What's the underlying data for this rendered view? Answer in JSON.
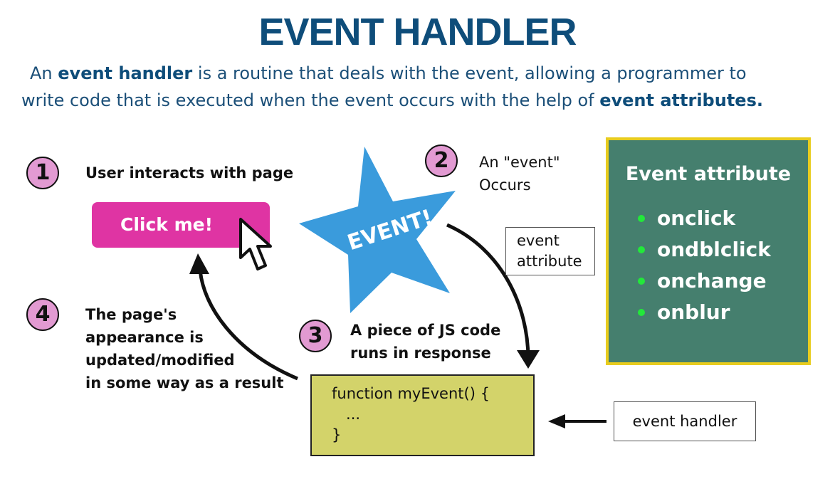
{
  "title": "EVENT HANDLER",
  "intro": {
    "l1_pre": "An ",
    "l1_bold": "event handler",
    "l1_post": " is a routine that deals with the event, allowing a programmer to",
    "l2_pre": "write code that is executed when the event occurs with the help of ",
    "l2_bold": "event attributes."
  },
  "steps": {
    "s1": {
      "num": "1",
      "text": "User interacts with page"
    },
    "s2": {
      "num": "2",
      "line1": "An \"event\"",
      "line2": "Occurs"
    },
    "s3": {
      "num": "3",
      "line1": "A piece of  JS code",
      "line2": "runs in response"
    },
    "s4": {
      "num": "4",
      "line1": "The page's",
      "line2": "appearance is",
      "line3": "updated/modified",
      "line4": "in some way as a result"
    }
  },
  "button_label": "Click me!",
  "star_label": "EVENT!",
  "event_attribute_box": {
    "line1": "event",
    "line2": "attribute"
  },
  "event_handler_box": "event handler",
  "code": {
    "line1": "function myEvent() {",
    "line2": "   ...",
    "line3": "}"
  },
  "attributes_panel": {
    "title": "Event attribute",
    "items": [
      "onclick",
      "ondblclick",
      "onchange",
      "onblur"
    ]
  },
  "colors": {
    "title": "#0e4d7a",
    "badge": "#e29ad2",
    "button": "#df34a3",
    "star": "#3a9bdc",
    "code_box": "#d3d36a",
    "panel": "#457f6e",
    "panel_border": "#e8cc1e",
    "bullet": "#22e83a"
  }
}
